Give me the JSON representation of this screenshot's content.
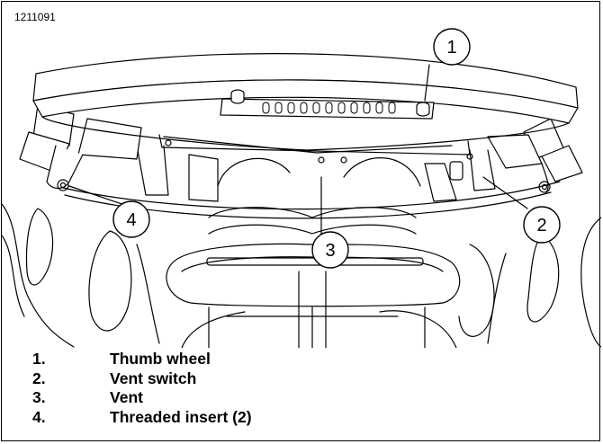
{
  "figure": {
    "id": "1211091",
    "callouts": [
      "1",
      "2",
      "3",
      "4"
    ]
  },
  "legend": [
    {
      "num": "1.",
      "text": "Thumb wheel"
    },
    {
      "num": "2.",
      "text": "Vent switch"
    },
    {
      "num": "3.",
      "text": "Vent"
    },
    {
      "num": "4.",
      "text": "Threaded insert (2)"
    }
  ]
}
